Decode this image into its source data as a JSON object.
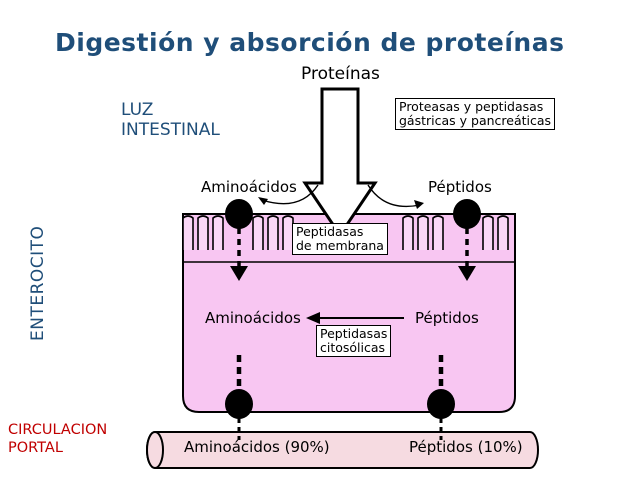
{
  "title": "Digestión y absorción de proteínas",
  "labels": {
    "proteinas": "Proteínas",
    "luz_line1": "LUZ",
    "luz_line2": "INTESTINAL",
    "enterocito": "ENTEROCITO",
    "circulacion_line1": "CIRCULACION",
    "circulacion_line2": "PORTAL",
    "aminoacidos_lumen": "Aminoácidos",
    "peptidos_lumen": "Péptidos",
    "aminoacidos_cell": "Aminoácidos",
    "peptidos_cell": "Péptidos",
    "aminoacidos_blood": "Aminoácidos (90%)",
    "peptidos_blood": "Péptidos (10%)"
  },
  "boxes": {
    "proteasas_line1": "Proteasas y peptidasas",
    "proteasas_line2": "gástricas y pancreáticas",
    "membrana_line1": "Peptidasas",
    "membrana_line2": "de membrana",
    "citosolicas_line1": "Peptidasas",
    "citosolicas_line2": "citosólicas"
  },
  "colors": {
    "title": "#1f4e79",
    "cell_fill": "#f8c6f2",
    "vessel_fill": "#f6dbe1",
    "portal_text": "#c00000"
  }
}
